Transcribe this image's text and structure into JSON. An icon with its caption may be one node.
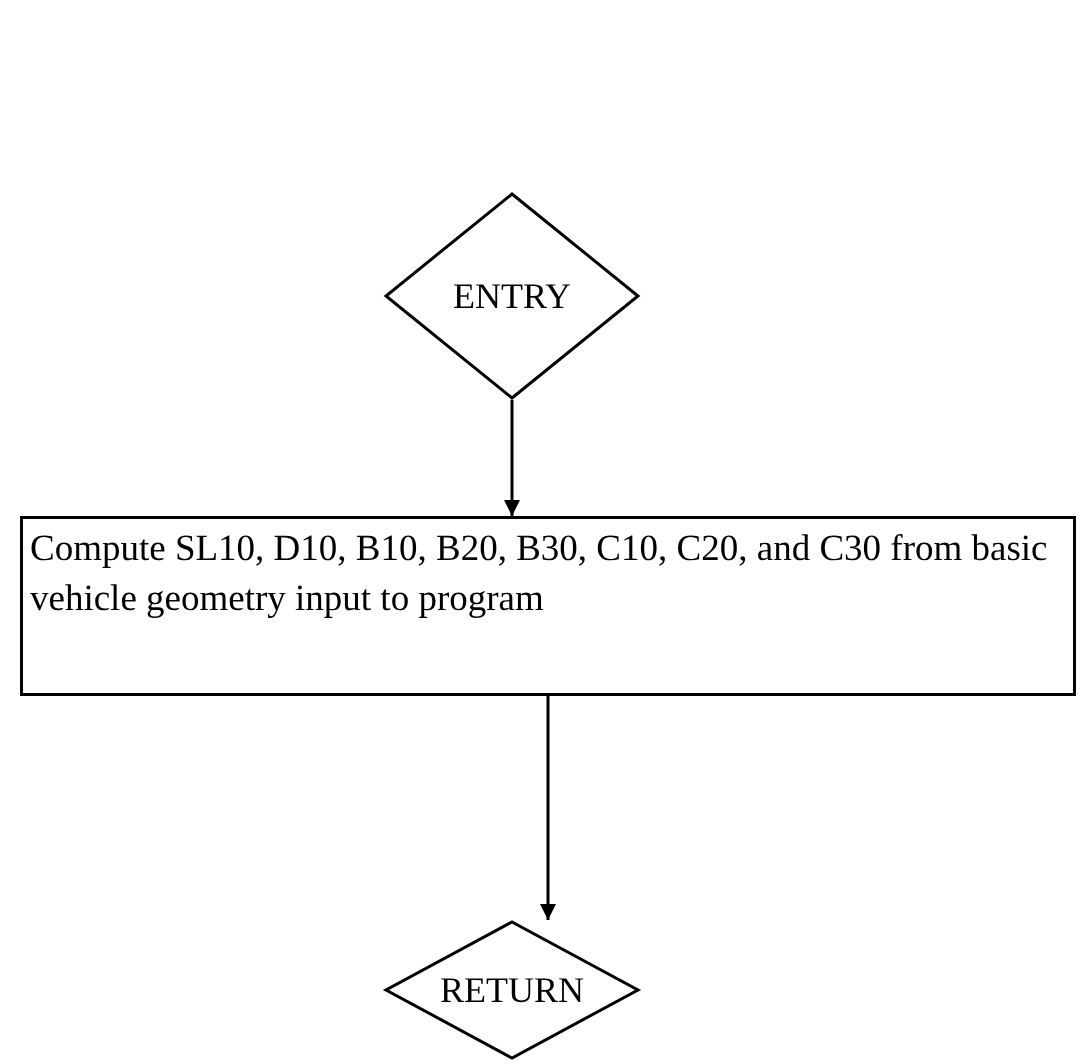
{
  "diagram": {
    "nodes": [
      {
        "text": [
          "ENTRY"
        ]
      },
      {
        "text": [
          "Compute SL10, D10, B10, B20, B30, C10, C20, and C30 from basic vehicle geometry input to program"
        ]
      },
      {
        "text": [
          "RETURN"
        ]
      }
    ],
    "edges": [
      {
        "from": 0,
        "to": 1,
        "arrow": "to"
      },
      {
        "from": 1,
        "to": 2,
        "arrow": "to"
      }
    ]
  }
}
